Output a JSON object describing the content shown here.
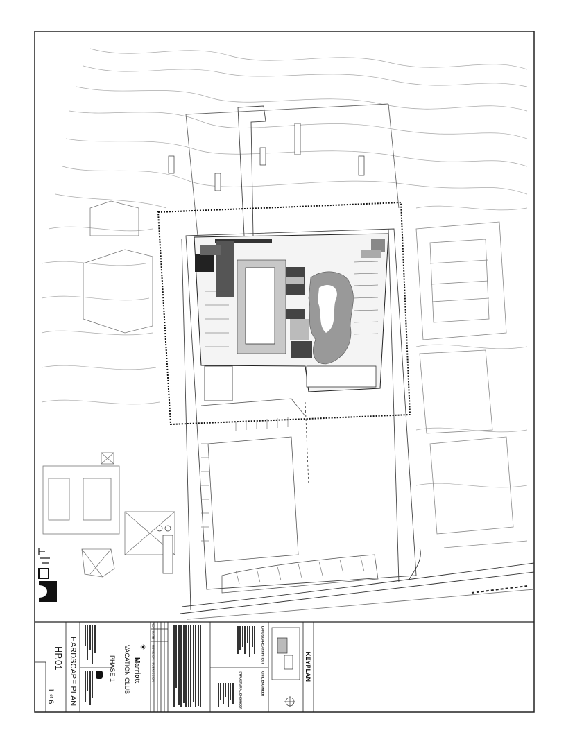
{
  "sheet": {
    "title": "HARDSCAPE PLAN",
    "sheet_number": "HP.01",
    "page_current": "1",
    "page_of": "of",
    "page_total": "6"
  },
  "project": {
    "brand": "Marriott",
    "brand_sub": "VACATION CLUB",
    "phase": "PHASE 1"
  },
  "revisions": {
    "col_no": "NO.",
    "col_date": "DATE",
    "col_desc": "REVISION / SUBMISSION"
  },
  "consultants": {
    "landscape": "LANDSCAPE ARCHITECT",
    "civil": "CIVIL ENGINEER",
    "structural": "STRUCTURAL ENGINEER"
  },
  "keyplan": {
    "label": "KEYPLAN"
  },
  "colors": {
    "ink": "#111111",
    "fill_dark": "#444444",
    "fill_mid": "#8a8a8a",
    "fill_light": "#c8c8c8",
    "line_light": "#9a9a9a"
  }
}
